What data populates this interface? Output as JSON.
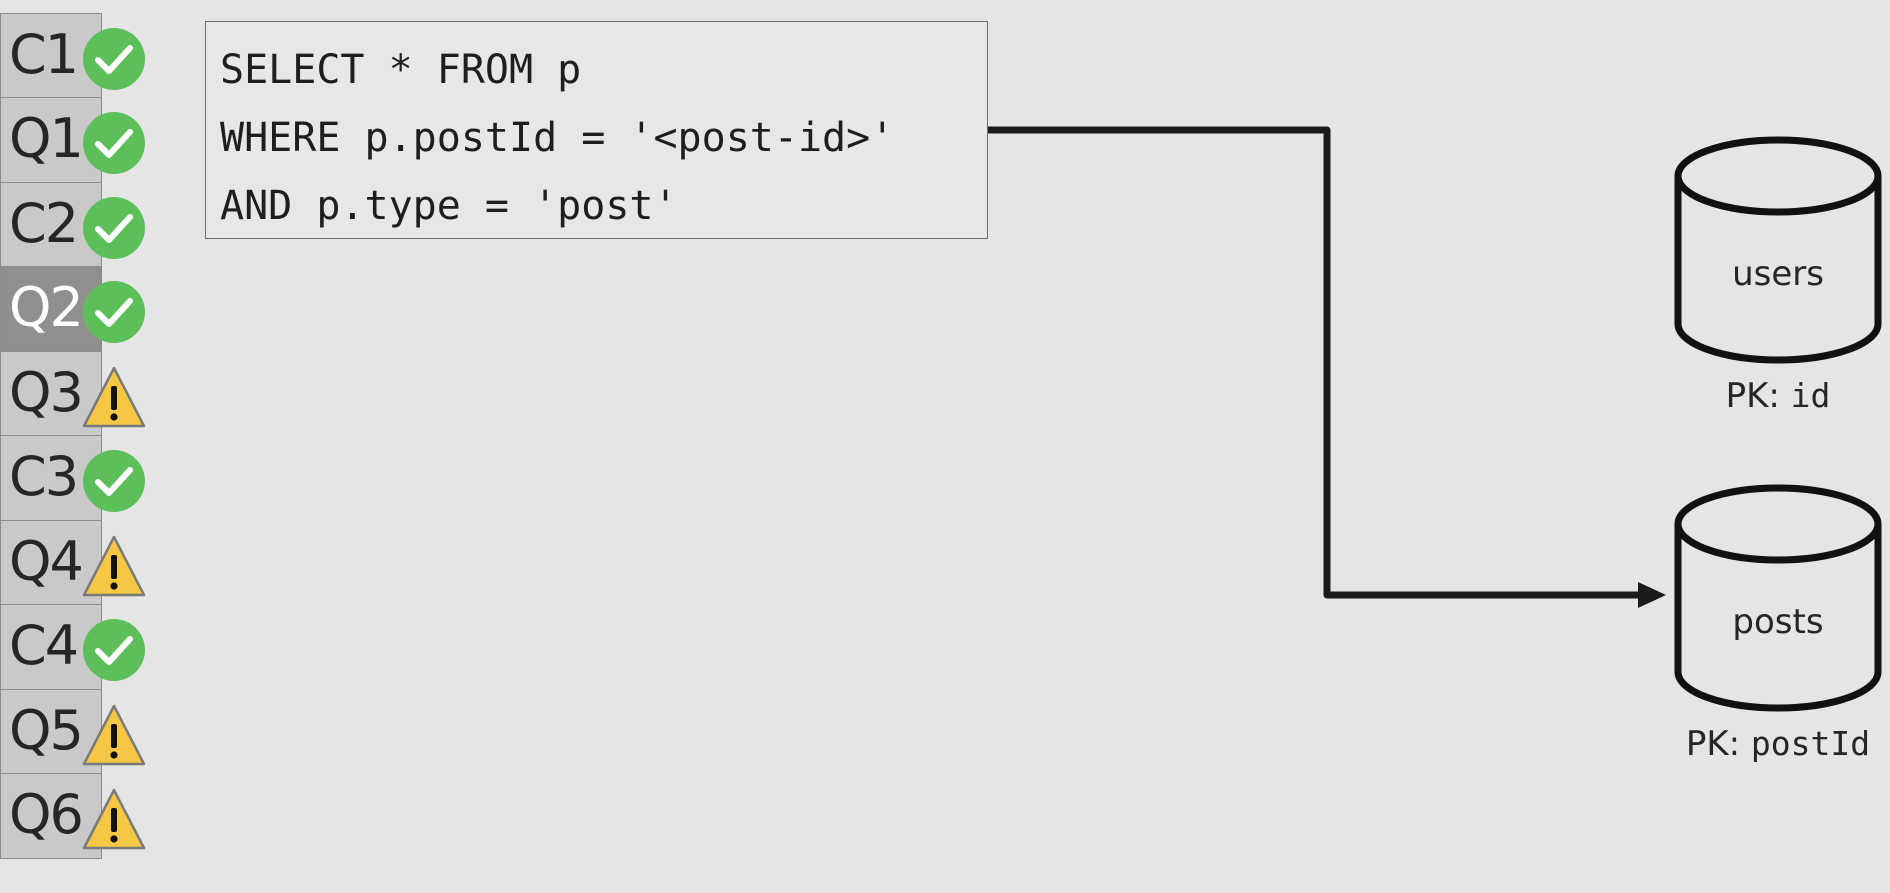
{
  "steps": [
    {
      "label": "C1",
      "status": "check-icon",
      "active": false
    },
    {
      "label": "Q1",
      "status": "check-icon",
      "active": false
    },
    {
      "label": "C2",
      "status": "check-icon",
      "active": false
    },
    {
      "label": "Q2",
      "status": "check-icon",
      "active": true
    },
    {
      "label": "Q3",
      "status": "warning-icon",
      "active": false
    },
    {
      "label": "C3",
      "status": "check-icon",
      "active": false
    },
    {
      "label": "Q4",
      "status": "warning-icon",
      "active": false
    },
    {
      "label": "C4",
      "status": "check-icon",
      "active": false
    },
    {
      "label": "Q5",
      "status": "warning-icon",
      "active": false
    },
    {
      "label": "Q6",
      "status": "warning-icon",
      "active": false
    }
  ],
  "query": {
    "lines": [
      "SELECT * FROM p",
      "WHERE p.postId = '<post-id>'",
      "AND p.type = 'post'"
    ]
  },
  "containers": {
    "users": {
      "name": "users",
      "pk_prefix": "PK: ",
      "pk_key": "id"
    },
    "posts": {
      "name": "posts",
      "pk_prefix": "PK: ",
      "pk_key": "postId"
    }
  },
  "colors": {
    "check": "#5cbf5a",
    "warning": "#f6c744",
    "active_step": "#8f8f8f",
    "step": "#c9c9c9"
  }
}
